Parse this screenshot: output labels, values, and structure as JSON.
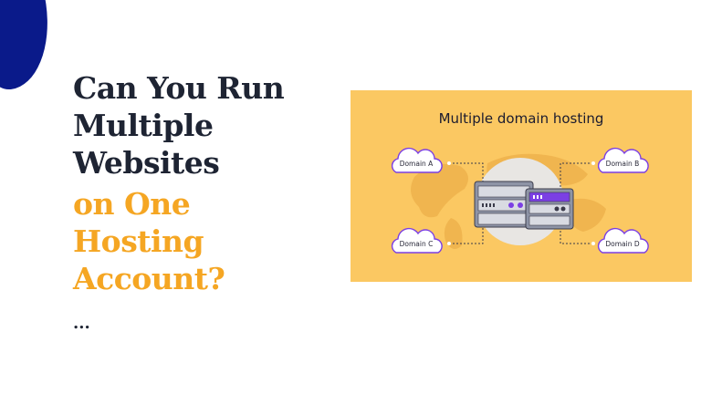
{
  "headline": {
    "line1": "Can You Run",
    "line2": "Multiple",
    "line3": "Websites",
    "line4": "on One",
    "line5": "Hosting",
    "line6": "Account?"
  },
  "ellipsis": "...",
  "illustration": {
    "title": "Multiple domain hosting",
    "domains": [
      "Domain A",
      "Domain B",
      "Domain C",
      "Domain D"
    ],
    "colors": {
      "background": "#fbc862",
      "cloud_stroke": "#7b3fe4",
      "server": "#8e94a6",
      "circle": "#e8e6e3"
    }
  },
  "colors": {
    "blob": "#0a1a8a",
    "heading_dark": "#1e2433",
    "heading_gold": "#f5a623"
  }
}
